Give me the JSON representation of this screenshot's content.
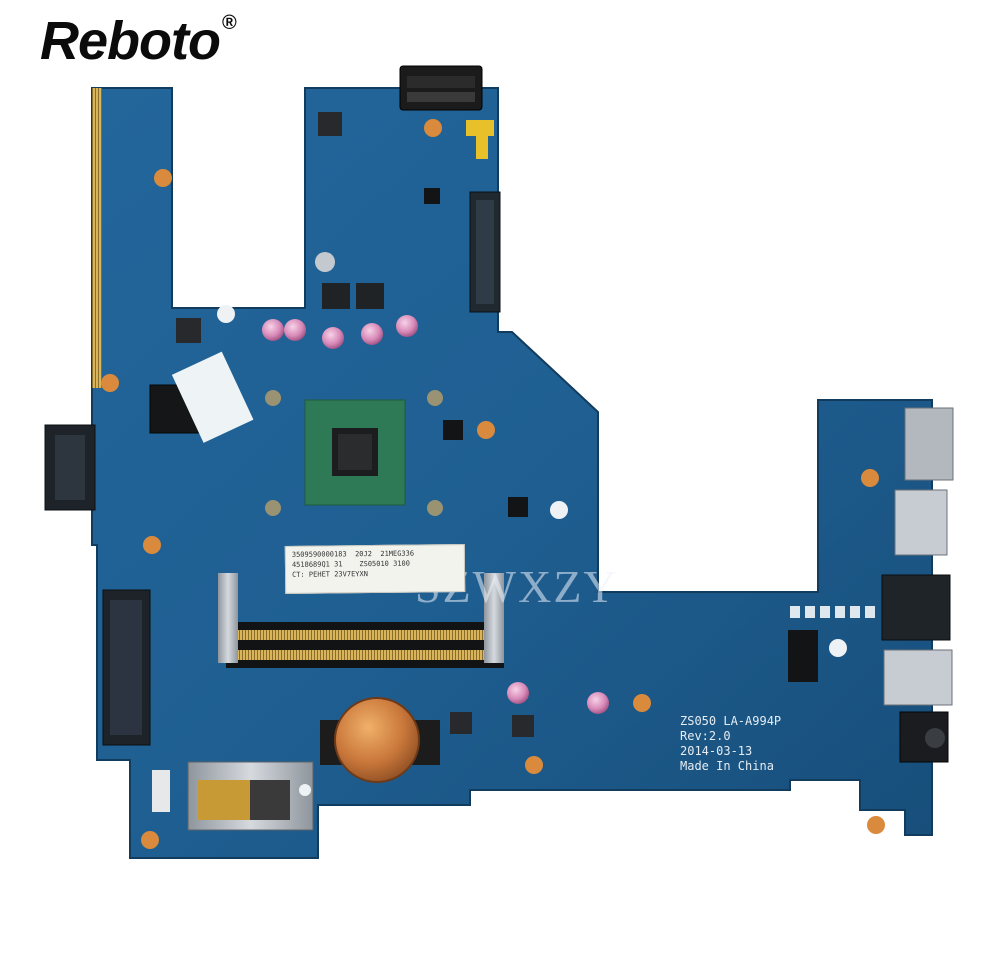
{
  "brand": {
    "name": "Reboto",
    "registered_mark": "®"
  },
  "watermark": {
    "text": "SZWXZY"
  },
  "board_label": {
    "line1": "ZS050 LA-A994P",
    "line2": "Rev:2.0",
    "line3": "2014-03-13",
    "line4": "Made In China"
  },
  "sticker": {
    "line1": "3509590000183  20J2  21MEG336",
    "line2": "4518689Q1 31    ZS05010 3100",
    "line3": "CT: PEHET 23V7EYXN"
  },
  "colors": {
    "background": "#ffffff",
    "pcb": "#1f5f92",
    "pcb_dark": "#17496f",
    "gold_finger": "#c9a64a",
    "copper_pad": "#d98a3c",
    "chip": "#1c1c1c",
    "die_substrate": "#2e7a56",
    "metal": "#b9bec4",
    "brand_text": "#0b0b0b"
  }
}
